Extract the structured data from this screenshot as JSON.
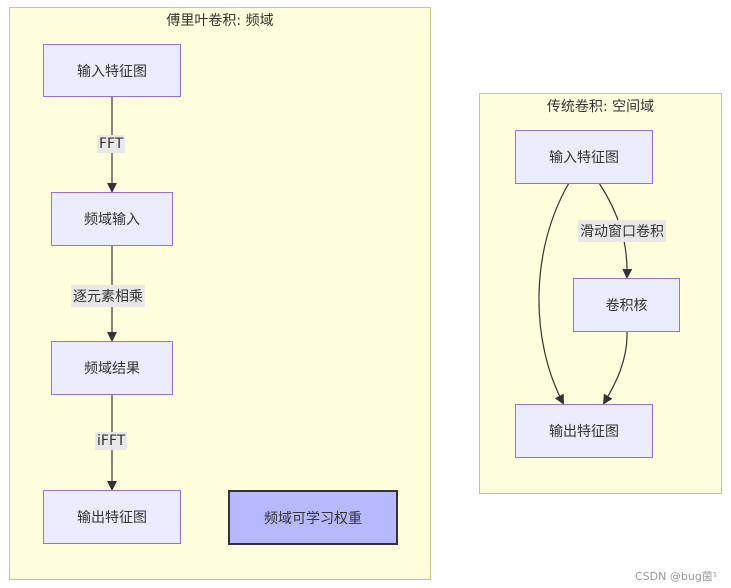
{
  "left_cluster": {
    "title": "傅里叶卷积: 频域",
    "nodes": {
      "input": "输入特征图",
      "freq_input": "频域输入",
      "freq_result": "频域结果",
      "output": "输出特征图",
      "weights": "频域可学习权重"
    },
    "edges": {
      "fft": "FFT",
      "multiply": "逐元素相乘",
      "ifft": "iFFT"
    }
  },
  "right_cluster": {
    "title": "传统卷积: 空间域",
    "nodes": {
      "input": "输入特征图",
      "kernel": "卷积核",
      "output": "输出特征图"
    },
    "edges": {
      "sliding": "滑动窗口卷积"
    }
  },
  "watermark": "CSDN @bug茵¹",
  "colors": {
    "cluster_fill": "#ffffde",
    "cluster_border": "#c8c87a",
    "node_fill": "#ececff",
    "node_border": "#9370db",
    "highlight_fill": "#b8b8ff"
  }
}
